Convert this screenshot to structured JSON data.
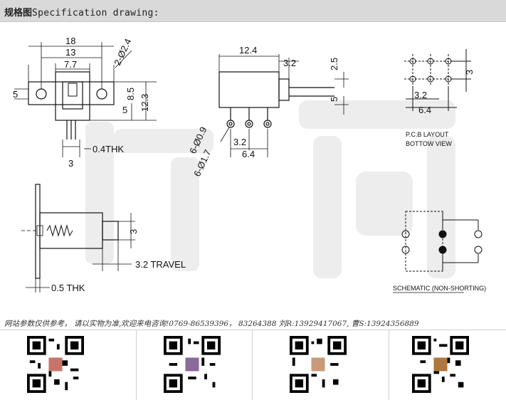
{
  "header": {
    "title_cn": "规格图",
    "title_en": "Specification drawing:"
  },
  "drawing": {
    "dimensions": {
      "w18": "18",
      "w13": "13",
      "w77": "7.7",
      "hole": "2-Ø2.4",
      "h5": "5",
      "h5b": "5",
      "h85": "8.5",
      "h123": "12.3",
      "thk04": "0.4THK",
      "w3": "3",
      "side124": "12.4",
      "side32": "3.2",
      "side25": "2.5",
      "side5": "5",
      "pin09": "6-Ø0.9",
      "pin17": "6-Ø1.7",
      "side32b": "3.2",
      "side64": "6.4",
      "pcb3": "3",
      "pcb32": "3.2",
      "pcb64": "6.4",
      "front3": "3",
      "travel": "3.2 TRAVEL",
      "thk05": "0.5 THK"
    },
    "pcb_layout": "P.C.B LAYOUT",
    "bottom_view": "BOTTOW VIEW",
    "schematic": "SCHEMATIC (NON-SHORTING)"
  },
  "note": "网站参数仅供参考， 请以实物为准,欢迎来电咨询!0769-86539396， 83264388  刘R:13929417067, 曹S:13924356889",
  "qr_codes": [
    {
      "name": "qr-code-1"
    },
    {
      "name": "qr-code-2"
    },
    {
      "name": "qr-code-3"
    },
    {
      "name": "qr-code-4"
    }
  ]
}
